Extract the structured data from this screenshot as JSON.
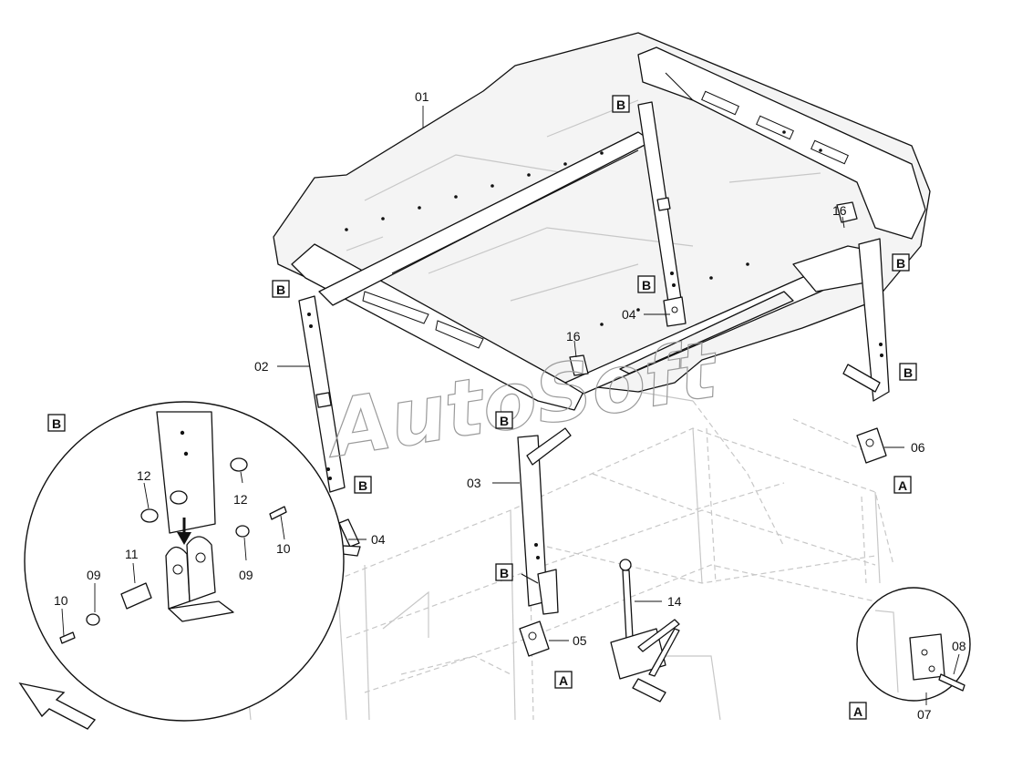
{
  "watermark": "AutoSoft",
  "callouts": {
    "c01": "01",
    "c02": "02",
    "c03": "03",
    "c04a": "04",
    "c04b": "04",
    "c05": "05",
    "c06": "06",
    "c07": "07",
    "c08": "08",
    "c09a": "09",
    "c09b": "09",
    "c10a": "10",
    "c10b": "10",
    "c11": "11",
    "c12a": "12",
    "c12b": "12",
    "c14": "14",
    "c16a": "16",
    "c16b": "16"
  },
  "ref_labels": {
    "b1": "B",
    "b2": "B",
    "b3": "B",
    "b4": "B",
    "b5": "B",
    "b6": "B",
    "b7": "B",
    "b8": "B",
    "b9": "B",
    "a1": "A",
    "a2": "A",
    "a3": "A"
  }
}
